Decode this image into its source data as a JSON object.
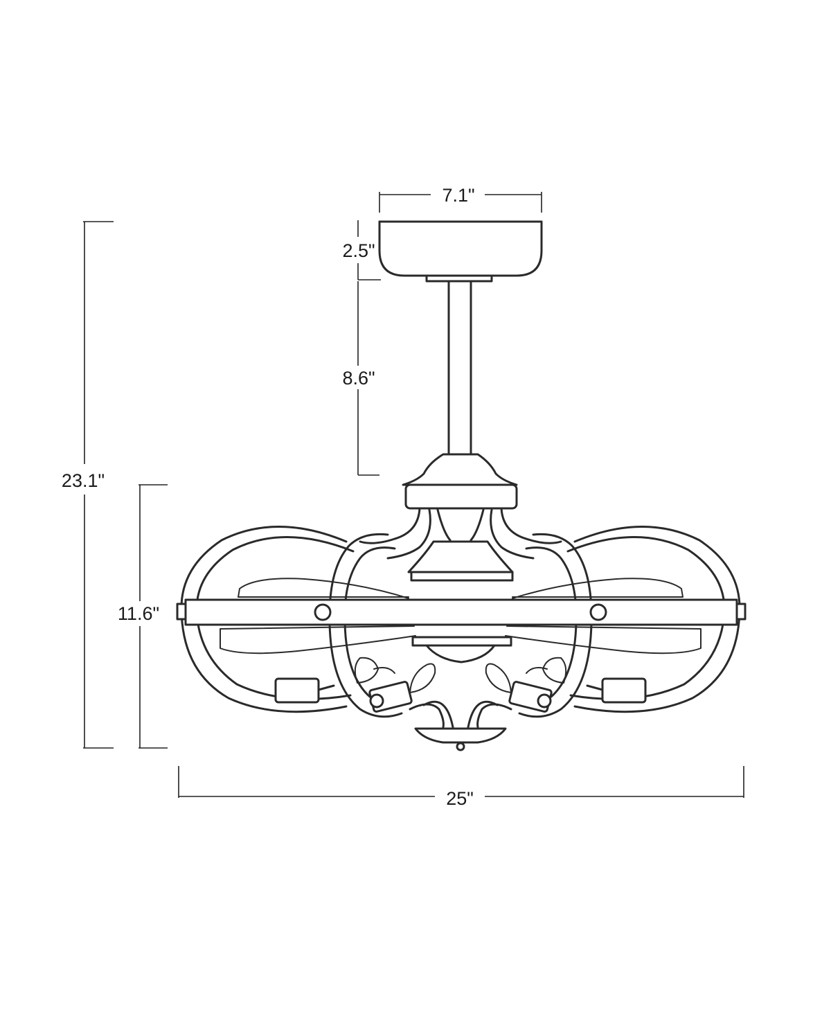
{
  "diagram": {
    "dimensions": {
      "canopy_width": "7.1\"",
      "canopy_height": "2.5\"",
      "downrod_length": "8.6\"",
      "overall_height": "23.1\"",
      "body_height": "11.6\"",
      "overall_width": "25\""
    }
  }
}
